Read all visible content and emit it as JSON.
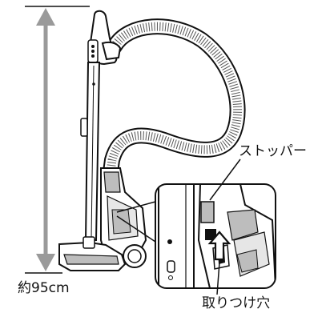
{
  "labels": {
    "height": "約95cm",
    "stopper": "ストッパー",
    "attach_hole": "取りつけ穴"
  },
  "colors": {
    "arrow": "#9a9a9a",
    "line": "#111111",
    "shade": "#bdbdbd",
    "fill": "#ffffff"
  }
}
